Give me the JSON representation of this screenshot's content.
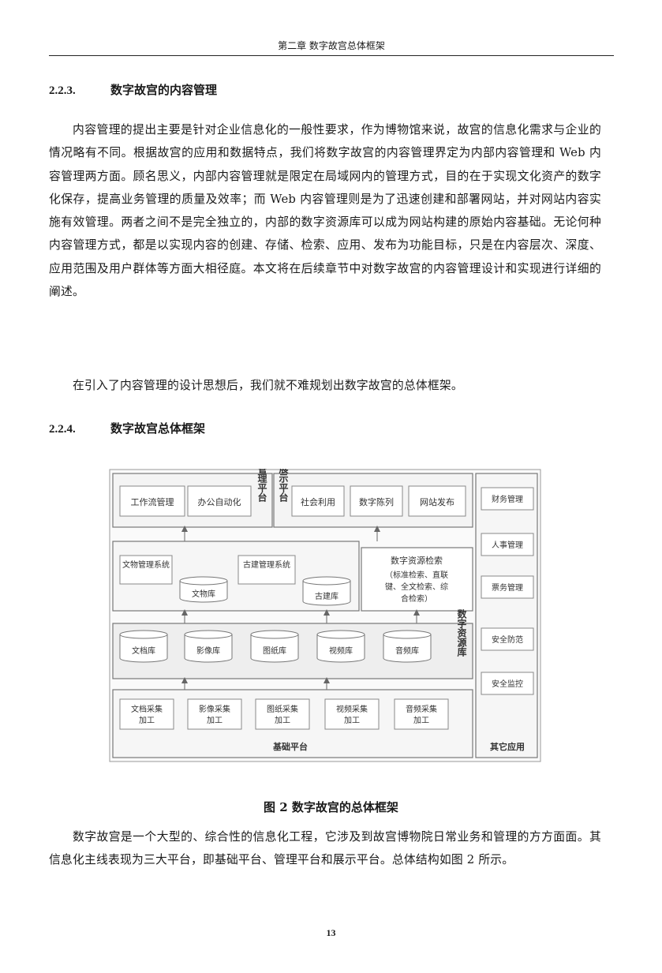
{
  "header": {
    "chapter": "第二章  数字故宫总体框架"
  },
  "sections": [
    {
      "number": "2.2.3.",
      "title": "数字故宫的内容管理"
    },
    {
      "number": "2.2.4.",
      "title": "数字故宫总体框架"
    }
  ],
  "paragraphs": [
    "内容管理的提出主要是针对企业信息化的一般性要求，作为博物馆来说，故宫的信息化需求与企业的情况略有不同。根据故宫的应用和数据特点，我们将数字故宫的内容管理界定为内部内容管理和 Web 内容管理两方面。顾名思义，内部内容管理就是限定在局域网内的管理方式，目的在于实现文化资产的数字化保存，提高业务管理的质量及效率；而 Web 内容管理则是为了迅速创建和部署网站，并对网站内容实施有效管理。两者之间不是完全独立的，内部的数字资源库可以成为网站构建的原始内容基础。无论何种内容管理方式，都是以实现内容的创建、存储、检索、应用、发布为功能目标，只是在内容层次、深度、应用范围及用户群体等方面大相径庭。本文将在后续章节中对数字故宫的内容管理设计和实现进行详细的阐述。",
    "在引入了内容管理的设计思想后，我们就不难规划出数字故宫的总体框架。",
    "数字故宫是一个大型的、综合性的信息化工程，它涉及到故宫博物院日常业务和管理的方方面面。其信息化主线表现为三大平台，即基础平台、管理平台和展示平台。总体结构如图 2 所示。"
  ],
  "figure": {
    "caption": "图 2   数字故宫的总体框架",
    "mgmt_platform": {
      "label": "管理平台",
      "items": [
        "工作流管理",
        "办公自动化"
      ]
    },
    "display_platform": {
      "label": "展示平台",
      "items": [
        "社会利用",
        "数字陈列",
        "网站发布"
      ]
    },
    "relic_system": "文物管理系统",
    "relic_db": "文物库",
    "building_system": "古建管理系统",
    "building_db": "古建库",
    "search": {
      "title": "数字资源检索",
      "detail_lines": [
        "（标准检索、直联",
        "键、全文检索、综",
        "合检索）"
      ]
    },
    "resource_library": {
      "label": "数字资源库",
      "dbs": [
        "文档库",
        "影像库",
        "图纸库",
        "视频库",
        "音频库"
      ]
    },
    "collection": {
      "items": [
        [
          "文档采集",
          "加工"
        ],
        [
          "影像采集",
          "加工"
        ],
        [
          "图纸采集",
          "加工"
        ],
        [
          "视频采集",
          "加工"
        ],
        [
          "音频采集",
          "加工"
        ]
      ]
    },
    "base_platform": "基础平台",
    "other_apps": {
      "label": "其它应用",
      "items": [
        "财务管理",
        "人事管理",
        "票务管理",
        "安全防范",
        "安全监控"
      ]
    }
  },
  "page_number": "13"
}
